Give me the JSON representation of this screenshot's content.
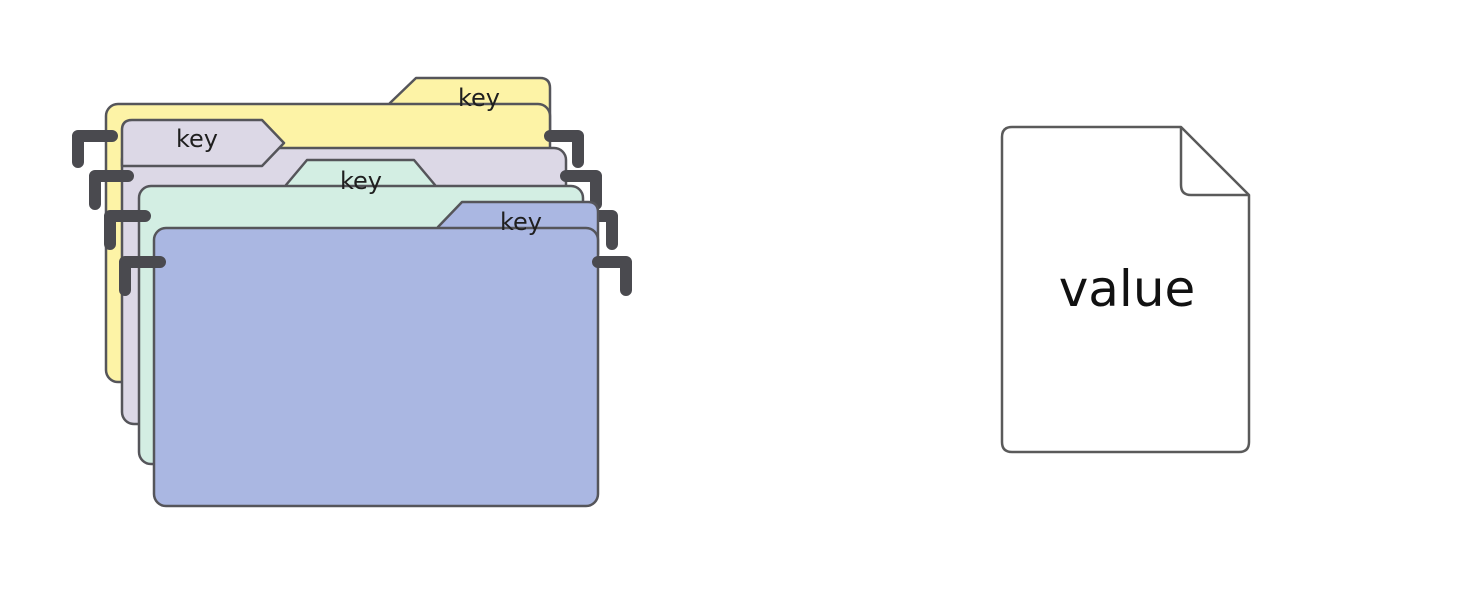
{
  "folders": [
    {
      "id": "yellow",
      "tab_label": "key",
      "color": "#fdf3a6"
    },
    {
      "id": "lavender",
      "tab_label": "key",
      "color": "#dcd8e6"
    },
    {
      "id": "mint",
      "tab_label": "key",
      "color": "#d3eee3"
    },
    {
      "id": "blue",
      "tab_label": "key",
      "color": "#aab7e2"
    }
  ],
  "document": {
    "label": "value",
    "color": "#ffffff"
  }
}
